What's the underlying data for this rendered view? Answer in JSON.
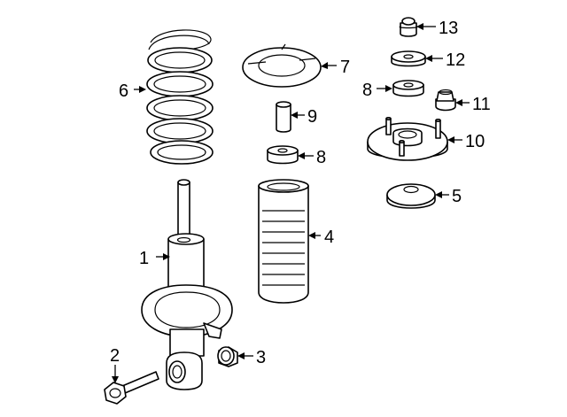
{
  "diagram": {
    "callouts": [
      {
        "id": "1",
        "label": "1"
      },
      {
        "id": "2",
        "label": "2"
      },
      {
        "id": "3",
        "label": "3"
      },
      {
        "id": "4",
        "label": "4"
      },
      {
        "id": "5",
        "label": "5"
      },
      {
        "id": "6",
        "label": "6"
      },
      {
        "id": "7",
        "label": "7"
      },
      {
        "id": "8a",
        "label": "8"
      },
      {
        "id": "8b",
        "label": "8"
      },
      {
        "id": "9",
        "label": "9"
      },
      {
        "id": "10",
        "label": "10"
      },
      {
        "id": "11",
        "label": "11"
      },
      {
        "id": "12",
        "label": "12"
      },
      {
        "id": "13",
        "label": "13"
      }
    ]
  }
}
